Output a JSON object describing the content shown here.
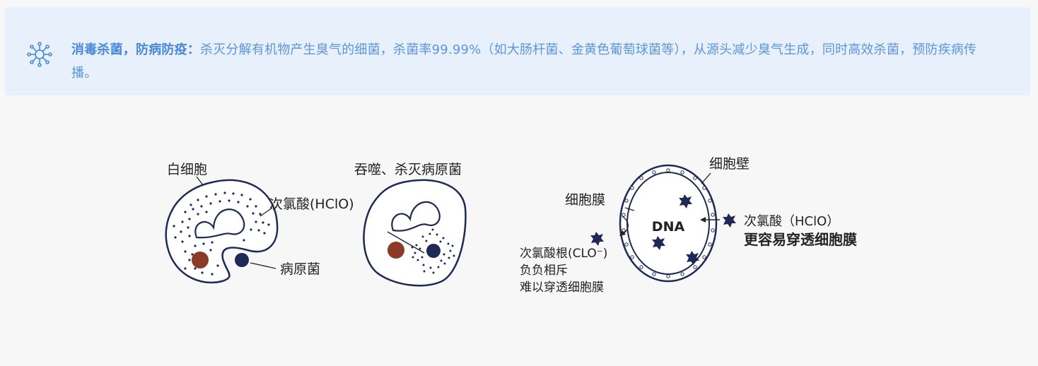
{
  "banner": {
    "icon": "virus-icon",
    "lead": "消毒杀菌，防病防疫：",
    "body": "杀灭分解有机物产生臭气的细菌，杀菌率99.99%（如大肠杆菌、金黄色葡萄球菌等），从源头减少臭气生成，同时高效杀菌，预防疾病传播。"
  },
  "diagram": {
    "white_cell_label": "白细胞",
    "hclo_label_left": "次氯酸(HClO)",
    "pathogen_label": "病原菌",
    "engulf_label": "吞噬、杀灭病原菌",
    "cell_wall_label": "细胞壁",
    "cell_membrane_label": "细胞膜",
    "dna_label": "DNA",
    "hclo_label_right": "次氯酸（HClO）",
    "penetrate_label": "更容易穿透细胞膜",
    "clo_line1": "次氯酸根(CLO⁻)",
    "clo_line2": "负负相斥",
    "clo_line3": "难以穿透细胞膜",
    "colors": {
      "navy": "#1e2a55",
      "red": "#8b3a26",
      "blue_text": "#3b6fd8",
      "banner_text": "#5d95de"
    }
  }
}
